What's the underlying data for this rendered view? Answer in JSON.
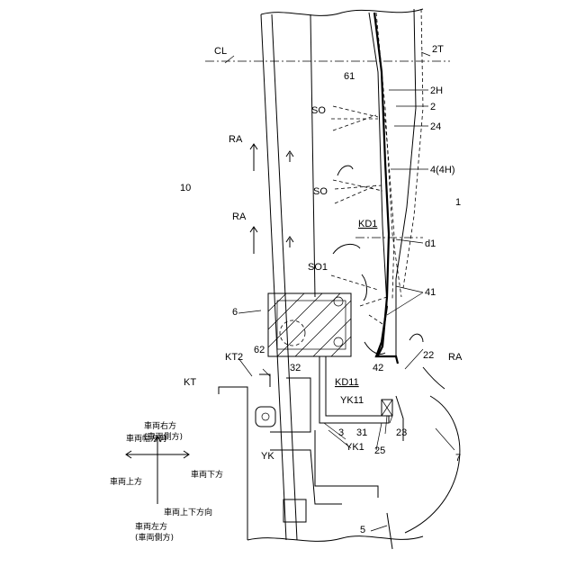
{
  "labels": {
    "cl": "CL",
    "t2": "2T",
    "h2": "2H",
    "n61": "61",
    "n2": "2",
    "n24": "24",
    "n4_4h": "4(4H)",
    "so_top": "SO",
    "so_mid": "SO",
    "so1": "SO1",
    "kd1": "KD1",
    "d1": "d1",
    "n41": "41",
    "n1": "1",
    "n10": "10",
    "ra_top": "RA",
    "ra_mid": "RA",
    "ra_right": "RA",
    "n6": "6",
    "n62": "62",
    "kt2": "KT2",
    "kt": "KT",
    "n32": "32",
    "kd11": "KD11",
    "n42": "42",
    "n22": "22",
    "yk11": "YK11",
    "n23": "23",
    "n25": "25",
    "yk1": "YK1",
    "n31": "31",
    "n3": "3",
    "yk": "YK",
    "n7": "7",
    "n5": "5"
  },
  "direction_legend": {
    "up": "車両上方",
    "down": "車両下方",
    "width_dir": "車両幅方向",
    "vertical_dir": "車両上下方向",
    "right": "車両右方",
    "right_sub": "(車両側方)",
    "left": "車両左方",
    "left_sub": "(車両側方)"
  },
  "colors": {
    "line": "#000000",
    "background": "#ffffff"
  }
}
